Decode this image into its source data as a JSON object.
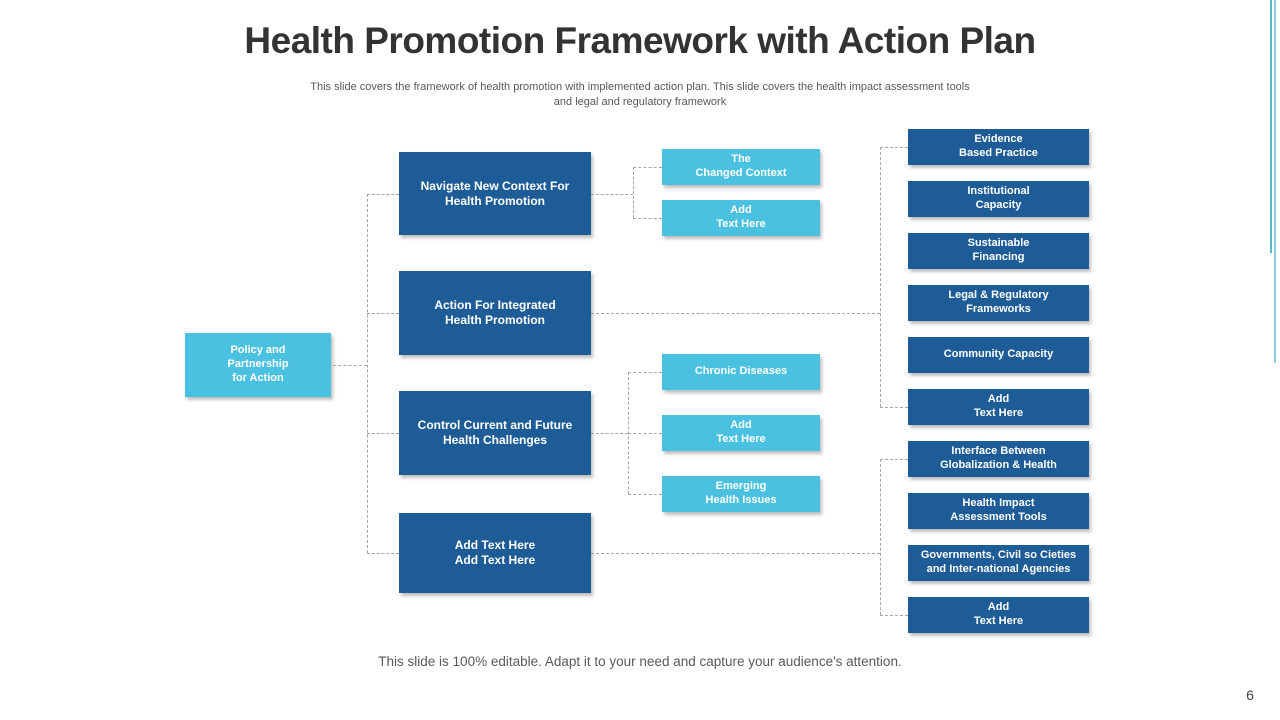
{
  "slide": {
    "title": "Health Promotion Framework with Action Plan",
    "subtitle": "This slide covers the framework of health promotion with implemented action plan. This slide covers the health impact assessment tools\nand legal and regulatory framework",
    "footer": "This slide is 100% editable. Adapt it to your need and capture your audience's attention.",
    "page_number": "6"
  },
  "colors": {
    "dark_blue": "#1e5c97",
    "light_blue": "#4bc1e1",
    "connector_gray": "#a6a6a6",
    "edge_accent_teal": "#57b7c9",
    "title_text": "#333333",
    "body_text": "#595959"
  },
  "diagram": {
    "root": {
      "label": "Policy and\nPartnership\nfor Action"
    },
    "level2": [
      {
        "label": "Navigate New Context For\nHealth Promotion"
      },
      {
        "label": "Action For Integrated\nHealth Promotion"
      },
      {
        "label": "Control Current and Future\nHealth Challenges"
      },
      {
        "label": "Add Text Here\nAdd Text Here"
      }
    ],
    "level3_group1": [
      {
        "label": "The\nChanged Context"
      },
      {
        "label": "Add\nText Here"
      }
    ],
    "level3_group2": [
      {
        "label": "Chronic Diseases"
      },
      {
        "label": "Add\nText Here"
      },
      {
        "label": "Emerging\nHealth Issues"
      }
    ],
    "level4_group1": [
      {
        "label": "Evidence\nBased Practice"
      },
      {
        "label": "Institutional\nCapacity"
      },
      {
        "label": "Sustainable\nFinancing"
      },
      {
        "label": "Legal & Regulatory\nFrameworks"
      },
      {
        "label": "Community Capacity"
      },
      {
        "label": "Add\nText Here"
      }
    ],
    "level4_group2": [
      {
        "label": "Interface Between\nGlobalization & Health"
      },
      {
        "label": "Health Impact\nAssessment Tools"
      },
      {
        "label": "Governments, Civil so Cieties\nand Inter-national Agencies"
      },
      {
        "label": "Add\nText Here"
      }
    ]
  }
}
